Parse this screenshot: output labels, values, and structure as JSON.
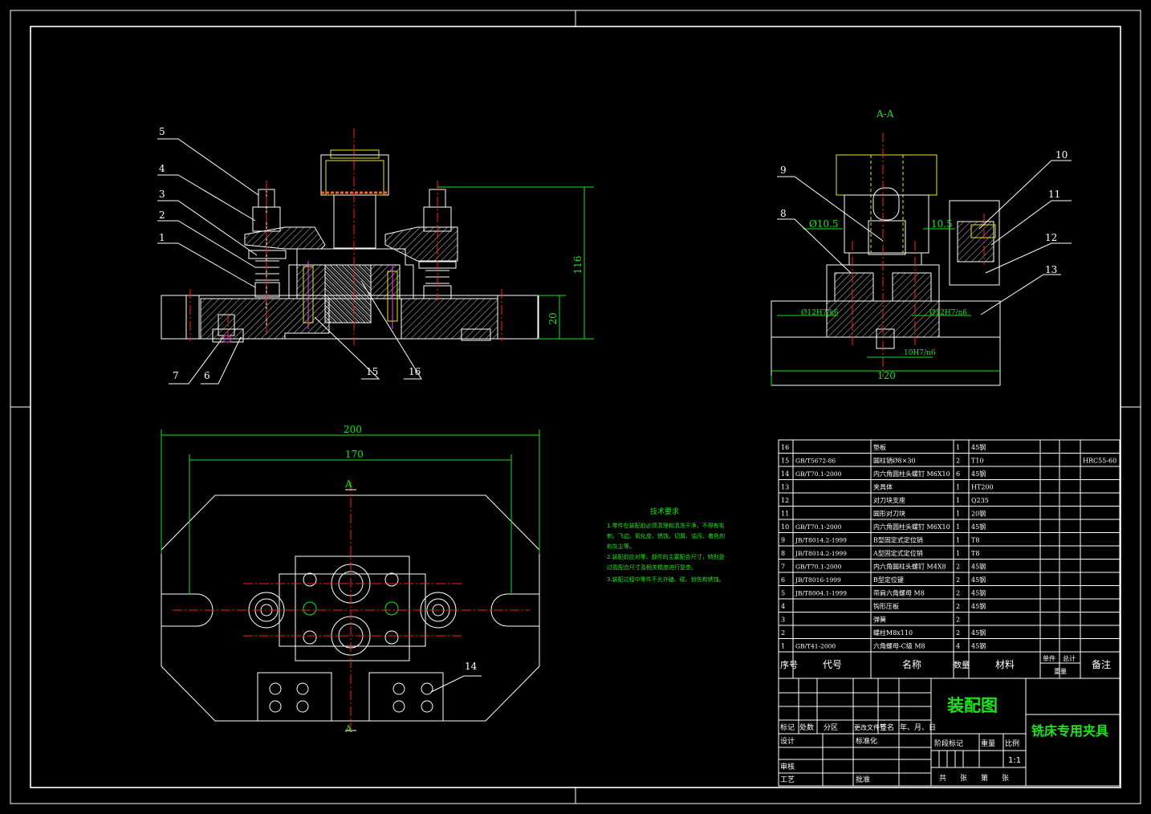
{
  "views": {
    "section_label": "A-A",
    "cut_mark": "A",
    "front_callouts": [
      "5",
      "4",
      "3",
      "2",
      "1",
      "7",
      "6",
      "15",
      "16"
    ],
    "side_callouts": [
      "9",
      "8",
      "10",
      "11",
      "12",
      "13"
    ],
    "plan_callout": "14",
    "dims": {
      "front_height": "116",
      "front_base": "20",
      "plan_overall": "200",
      "plan_slot": "170",
      "side_width": "120",
      "side_fit_left": "Ø12H7/k6",
      "side_fit_right": "Ø12H7/n6",
      "side_key": "10H7/n6",
      "side_dia_left": "Ø10.5",
      "side_dia_right": "10.5"
    }
  },
  "tech": {
    "title": "技术要求",
    "lines": [
      "1.零件在装配前必须清理和清洗干净，不得有毛",
      "刺、飞边、氧化皮、锈蚀、切屑、油污、着色剂",
      "和灰尘等。",
      "2.装配前应对零、部件的主要配合尺寸，特别是",
      "过盈配合尺寸及相关精度进行复查。",
      "3.装配过程中零件不允许磕、碰、划伤和锈蚀。"
    ]
  },
  "bom": {
    "rows": [
      {
        "no": "16",
        "code": "",
        "name": "垫板",
        "qty": "1",
        "mat": "45钢",
        "note": ""
      },
      {
        "no": "15",
        "code": "GB/T5672-86",
        "name": "圆柱销Ø8×30",
        "qty": "2",
        "mat": "T10",
        "note": "HRC55-60"
      },
      {
        "no": "14",
        "code": "GB/T70.1-2000",
        "name": "内六角圆柱头螺钉 M6X10",
        "qty": "6",
        "mat": "45钢",
        "note": ""
      },
      {
        "no": "13",
        "code": "",
        "name": "夹具体",
        "qty": "1",
        "mat": "HT200",
        "note": ""
      },
      {
        "no": "12",
        "code": "",
        "name": "对刀块支座",
        "qty": "1",
        "mat": "Q235",
        "note": ""
      },
      {
        "no": "11",
        "code": "",
        "name": "圆形对刀块",
        "qty": "1",
        "mat": "20钢",
        "note": ""
      },
      {
        "no": "10",
        "code": "GB/T70.1-2000",
        "name": "内六角圆柱头螺钉 M6X10",
        "qty": "1",
        "mat": "45钢",
        "note": ""
      },
      {
        "no": "9",
        "code": "JB/T8014.2-1999",
        "name": "B型固定式定位销",
        "qty": "1",
        "mat": "T8",
        "note": ""
      },
      {
        "no": "8",
        "code": "JB/T8014.2-1999",
        "name": "A型固定式定位销",
        "qty": "1",
        "mat": "T8",
        "note": ""
      },
      {
        "no": "7",
        "code": "GB/T70.1-2000",
        "name": "内六角圆柱头螺钉 M4X8",
        "qty": "2",
        "mat": "45钢",
        "note": ""
      },
      {
        "no": "6",
        "code": "JB/T8016-1999",
        "name": "B型定位键",
        "qty": "2",
        "mat": "45钢",
        "note": ""
      },
      {
        "no": "5",
        "code": "JB/T8004.1-1999",
        "name": "带肩六角螺母 M8",
        "qty": "2",
        "mat": "45钢",
        "note": ""
      },
      {
        "no": "4",
        "code": "",
        "name": "钩形压板",
        "qty": "2",
        "mat": "45钢",
        "note": ""
      },
      {
        "no": "3",
        "code": "",
        "name": "弹簧",
        "qty": "2",
        "mat": "",
        "note": ""
      },
      {
        "no": "2",
        "code": "",
        "name": "螺柱M8x110",
        "qty": "2",
        "mat": "45钢",
        "note": ""
      },
      {
        "no": "1",
        "code": "GB/T41-2000",
        "name": "六角螺母-C级 M8",
        "qty": "4",
        "mat": "45钢",
        "note": ""
      }
    ],
    "header": {
      "no": "序号",
      "code": "代号",
      "name": "名称",
      "qty": "数量",
      "mat": "材料",
      "unit": "单件",
      "total": "总计",
      "weight": "重量",
      "note": "备注"
    }
  },
  "title_block": {
    "drawing_title": "装配图",
    "part_name": "铣床专用夹具",
    "mark": "标记",
    "qty_loc": "处数",
    "zone": "分区",
    "change": "更改文件号",
    "sign": "签名",
    "date": "年、月、日",
    "design": "设计",
    "std": "标准化",
    "stage": "阶段标记",
    "weight": "重量",
    "scale_label": "比例",
    "scale": "1:1",
    "review": "审核",
    "process": "工艺",
    "approve": "批准",
    "sheets_total": "共",
    "sheets": "张",
    "sheet_no": "第",
    "sheet_unit": "张"
  }
}
